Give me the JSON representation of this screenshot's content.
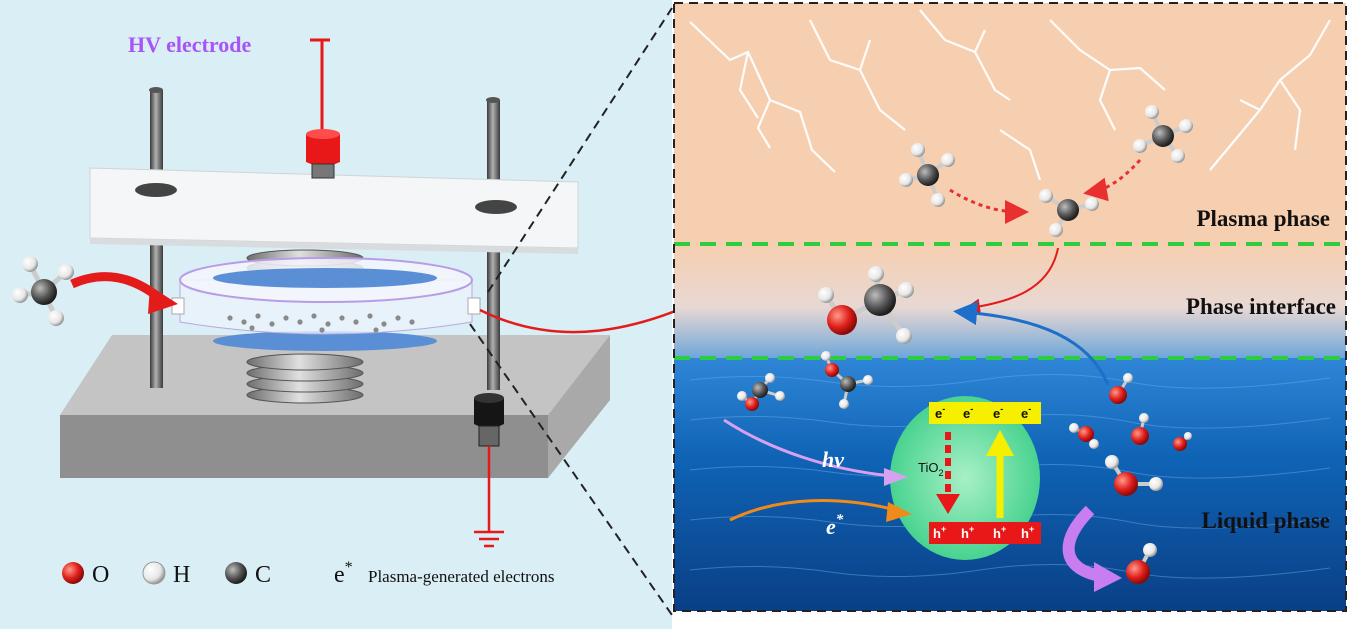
{
  "reactor": {
    "hv_label": "HV electrode"
  },
  "legend": {
    "items": [
      {
        "symbol": "O",
        "color": "#e0201c"
      },
      {
        "symbol": "H",
        "color": "#f2f2f2"
      },
      {
        "symbol": "C",
        "color": "#555555"
      }
    ],
    "electron_symbol": "e",
    "electron_sup": "*",
    "electron_text": "Plasma-generated electrons"
  },
  "phases": {
    "plasma": "Plasma phase",
    "interface": "Phase interface",
    "liquid": "Liquid phase"
  },
  "catalyst": {
    "name": "TiO",
    "sub": "2",
    "cb": [
      "e",
      "e",
      "e",
      "e"
    ],
    "cb_sup": "-",
    "vb": [
      "h",
      "h",
      "h",
      "h"
    ],
    "vb_sup": "+",
    "photon": "hv",
    "electron": "e",
    "electron_sup": "*"
  },
  "colors": {
    "left_bg": "#daeef5",
    "plasma": "#f6cfb0",
    "liquid": "#0d5fb0",
    "divider": "#2ecc40",
    "hv_cap": "#e81818",
    "legend_text": "#a855f7"
  }
}
